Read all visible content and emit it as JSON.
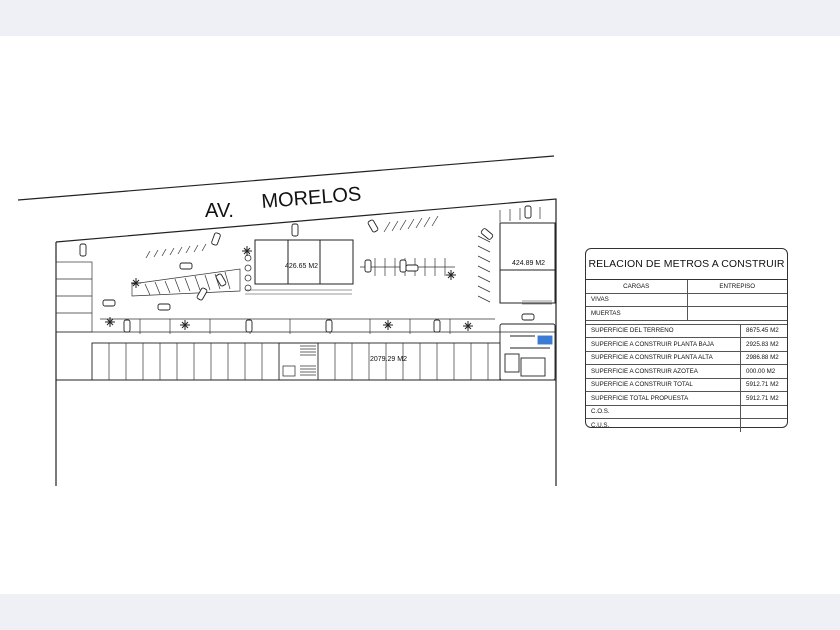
{
  "street": {
    "prefix": "AV.",
    "name": "MORELOS"
  },
  "plan": {
    "area_labels": [
      "426.65 M2",
      "424.89 M2",
      "2079.29 M2"
    ]
  },
  "table": {
    "title": "RELACION DE METROS A CONSTRUIR",
    "load_headers": [
      "CARGAS",
      "ENTREPISO"
    ],
    "load_rows": [
      "VIVAS",
      "MUERTAS"
    ],
    "surface_rows": [
      {
        "label": "SUPERFICIE DEL TERRENO",
        "value": "8675.45 M2"
      },
      {
        "label": "SUPERFICIE A CONSTRUIR PLANTA BAJA",
        "value": "2925.83 M2"
      },
      {
        "label": "SUPERFICIE A CONSTRUIR PLANTA ALTA",
        "value": "2986.88 M2"
      },
      {
        "label": "SUPERFICIE A CONSTRUIR AZOTEA",
        "value": "000.00 M2"
      },
      {
        "label": "SUPERFICIE A CONSTRUIR TOTAL",
        "value": "5912.71 M2"
      },
      {
        "label": "SUPERFICIE TOTAL PROPUESTA",
        "value": "5912.71 M2"
      },
      {
        "label": "C.O.S.",
        "value": ""
      },
      {
        "label": "C.U.S.",
        "value": ""
      }
    ]
  }
}
